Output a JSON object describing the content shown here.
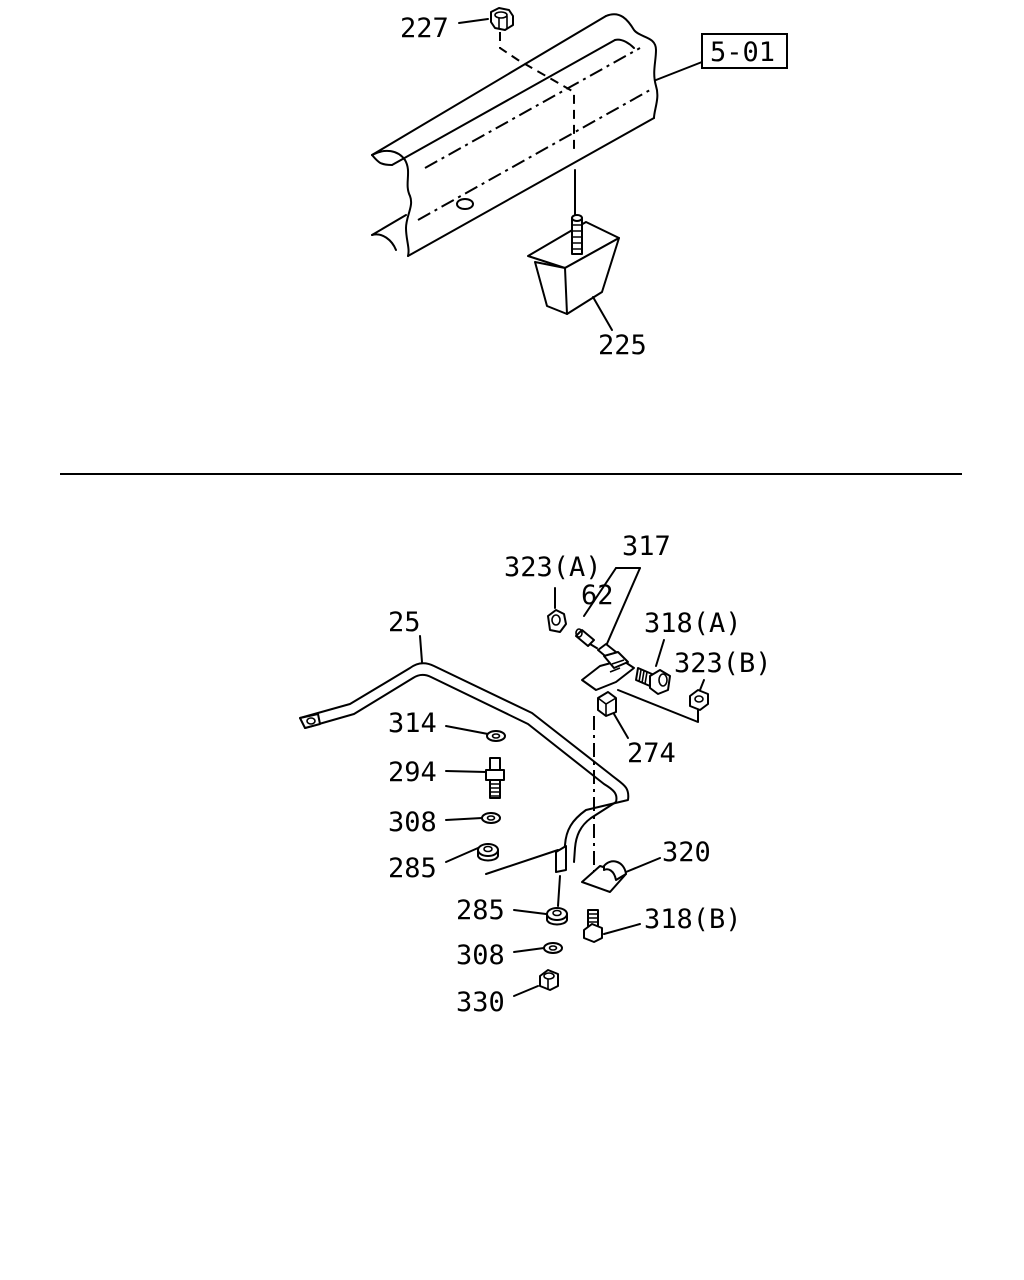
{
  "reference_box": "5-01",
  "top_section": {
    "labels": {
      "nut": "227",
      "mount": "225"
    }
  },
  "bottom_section": {
    "labels": {
      "stabilizer_bar": "25",
      "link_assembly": "317",
      "nut_a": "323(A)",
      "pin": "62",
      "bolt_a": "318(A)",
      "nut_b": "323(B)",
      "bushing_block": "274",
      "washer_314": "314",
      "stud_294": "294",
      "washer_308_upper": "308",
      "bushing_285_upper": "285",
      "bracket_320": "320",
      "bushing_285_lower": "285",
      "bolt_b": "318(B)",
      "washer_308_lower": "308",
      "nut_330": "330"
    }
  }
}
